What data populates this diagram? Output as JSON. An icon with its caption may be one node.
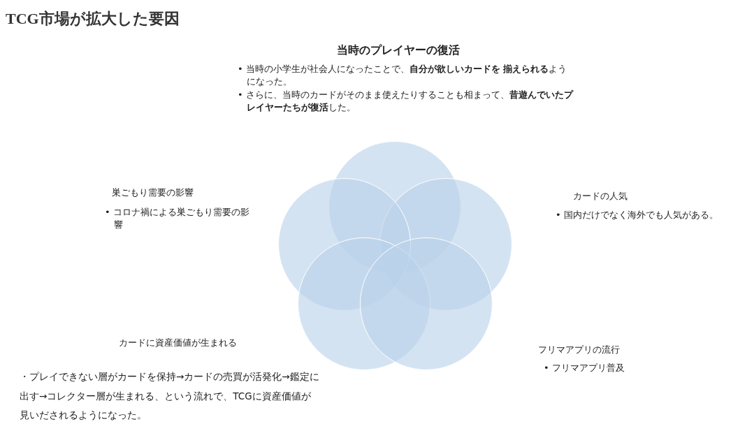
{
  "diagram": {
    "title": "TCG市場が拡大した要因",
    "nodes": [
      {
        "text": [],
        "shape": "circle"
      },
      {
        "text": [],
        "shape": "circle"
      },
      {
        "text": [],
        "shape": "circle"
      },
      {
        "text": [],
        "shape": "circle"
      },
      {
        "text": [],
        "shape": "circle"
      }
    ],
    "edges": [],
    "labels": [
      "当時のプレイヤーの復活",
      "• 当時の小学生が社会人になったことで、**自分が欲しいカードを 揃えられる**ようになった。",
      "• さらに、当時のカードがそのまま使えたりすることも相まって、**昔遊んでいたプレイヤーたちが復活**した。",
      "巣ごもり需要の影響",
      "• コロナ禍による巣ごもり需要の影響",
      "カードの人気",
      "• 国内だけでなく海外でも人気がある。",
      "カードに資産価値が生まれる",
      "・プレイできない層がカードを保持→カードの売買が活発化→鑑定に出す→コレクター層が生まれる、という流れで、TCGに資産価値が見いだされるようになった。",
      "フリマアプリの流行",
      "• フリマアプリ普及"
    ]
  }
}
